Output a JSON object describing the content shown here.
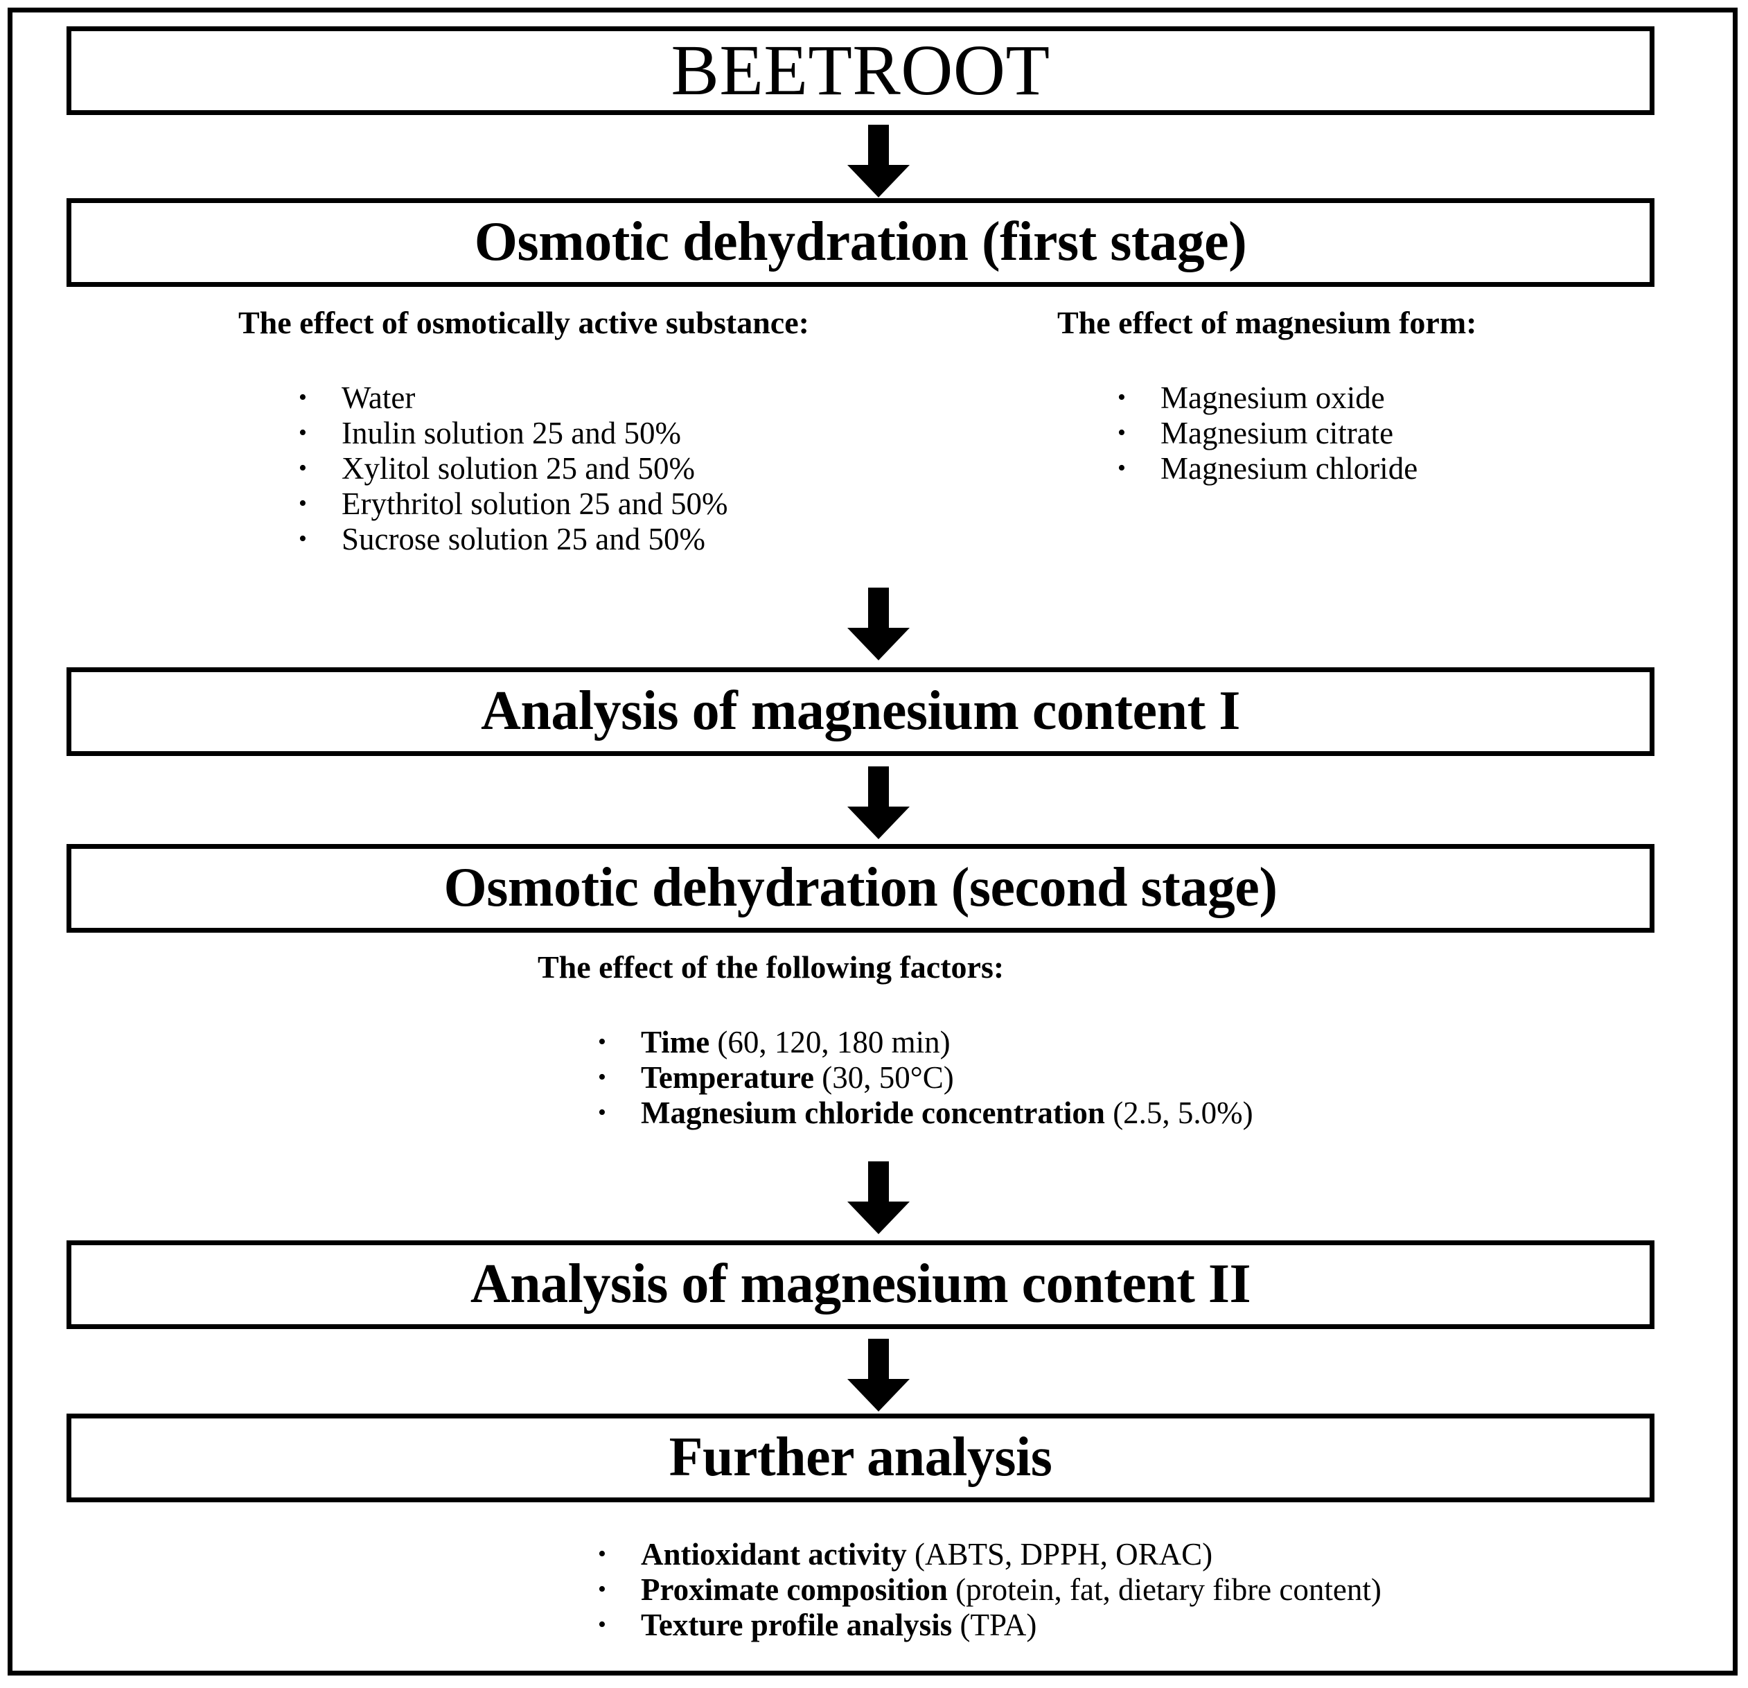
{
  "figure": {
    "kind": "process-flowchart",
    "subject": "Beetroot osmotic dehydration experimental design"
  },
  "steps": {
    "beetroot": "BEETROOT",
    "osmotic_first": "Osmotic dehydration (first stage)",
    "analysis_one": "Analysis of magnesium content I",
    "osmotic_second": "Osmotic dehydration (second stage)",
    "analysis_two": "Analysis of magnesium content II",
    "further": "Further analysis"
  },
  "stage_one": {
    "left": {
      "heading": "The effect of osmotically active substance:",
      "items": [
        "Water",
        "Inulin solution 25 and 50%",
        "Xylitol solution 25 and 50%",
        "Erythritol solution 25 and 50%",
        "Sucrose solution 25 and 50%"
      ]
    },
    "right": {
      "heading": "The effect of magnesium form:",
      "items": [
        "Magnesium oxide",
        "Magnesium citrate",
        "Magnesium chloride"
      ]
    }
  },
  "stage_two": {
    "heading": "The effect of the following factors:",
    "items": [
      {
        "lead": "Time",
        "tail": " (60, 120, 180 min)"
      },
      {
        "lead": "Temperature",
        "tail": " (30, 50°C)"
      },
      {
        "lead": "Magnesium chloride concentration",
        "tail": " (2.5, 5.0%)"
      }
    ]
  },
  "further_analysis": {
    "items": [
      {
        "lead": "Antioxidant activity",
        "tail": " (ABTS, DPPH, ORAC)"
      },
      {
        "lead": "Proximate composition",
        "tail": " (protein, fat, dietary fibre content)"
      },
      {
        "lead": "Texture profile analysis",
        "tail": " (TPA)"
      }
    ]
  },
  "arrows": {
    "icon": "down-arrow-icon",
    "count": 5
  },
  "colors": {
    "ink": "#000000",
    "paper": "#ffffff"
  }
}
